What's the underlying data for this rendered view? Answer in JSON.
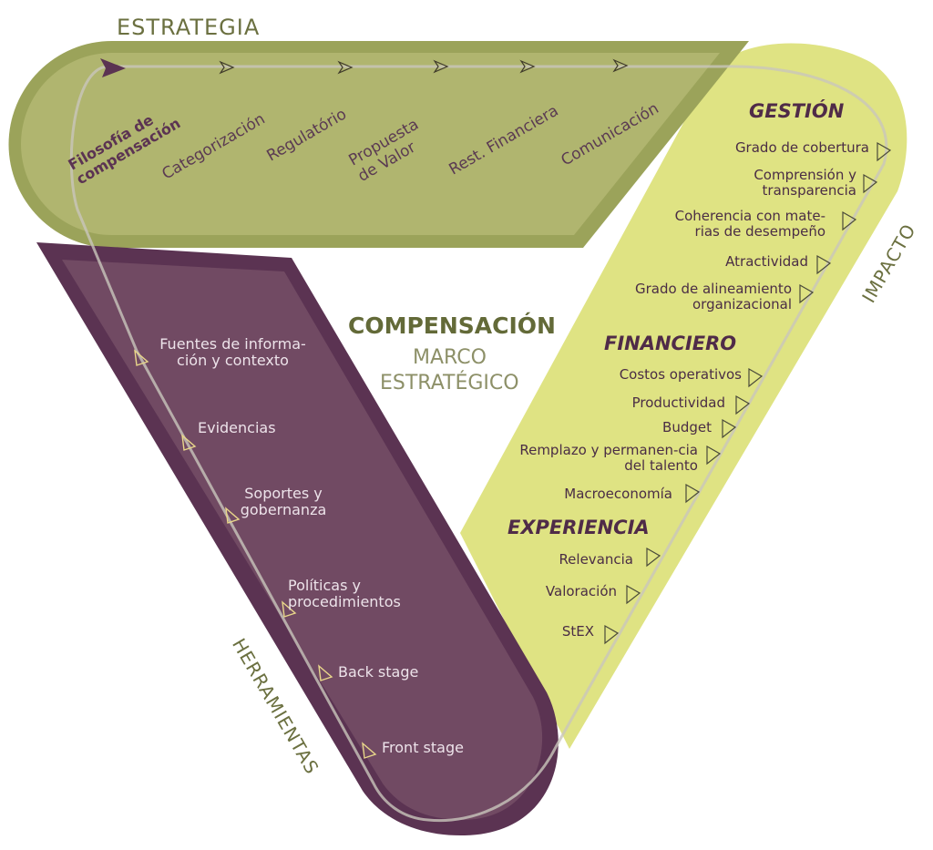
{
  "center": {
    "title": "COMPENSACIÓN",
    "subtitle_1": "MARCO",
    "subtitle_2": "ESTRATÉGICO"
  },
  "sections": {
    "estrategia": "ESTRATEGIA",
    "impacto": "IMPACTO",
    "herramientas": "HERRAMIENTAS"
  },
  "estrategia_items": [
    "Filosofía de compensación",
    "Categorización",
    "Regulatório",
    "Propuesta de Valor",
    "Rest. Financiera",
    "Comunicación"
  ],
  "impacto": {
    "gestion": {
      "title": "GESTIÓN",
      "items": [
        "Grado de cobertura",
        "Comprensión y transparencia",
        "Coherencia con mate-rias de desempeño",
        "Atractividad",
        "Grado de alineamiento organizacional"
      ]
    },
    "financiero": {
      "title": "FINANCIERO",
      "items": [
        "Costos operativos",
        "Productividad",
        "Budget",
        "Remplazo y permanen-cia del talento",
        "Macroeconomía"
      ]
    },
    "experiencia": {
      "title": "EXPERIENCIA",
      "items": [
        "Relevancia",
        "Valoración",
        "StEX"
      ]
    }
  },
  "herramientas_items": [
    "Fuentes de informa-ción y contexto",
    "Evidencias",
    "Soportes y gobernanza",
    "Políticas y procedimientos",
    "Back stage",
    "Front stage"
  ],
  "colors": {
    "green": "#9ba35a",
    "green_fill": "#b0b56f",
    "yellow": "#dfe383",
    "purple": "#5b3352",
    "purple_fill": "#714a63",
    "text_dark": "#4a2d45"
  }
}
